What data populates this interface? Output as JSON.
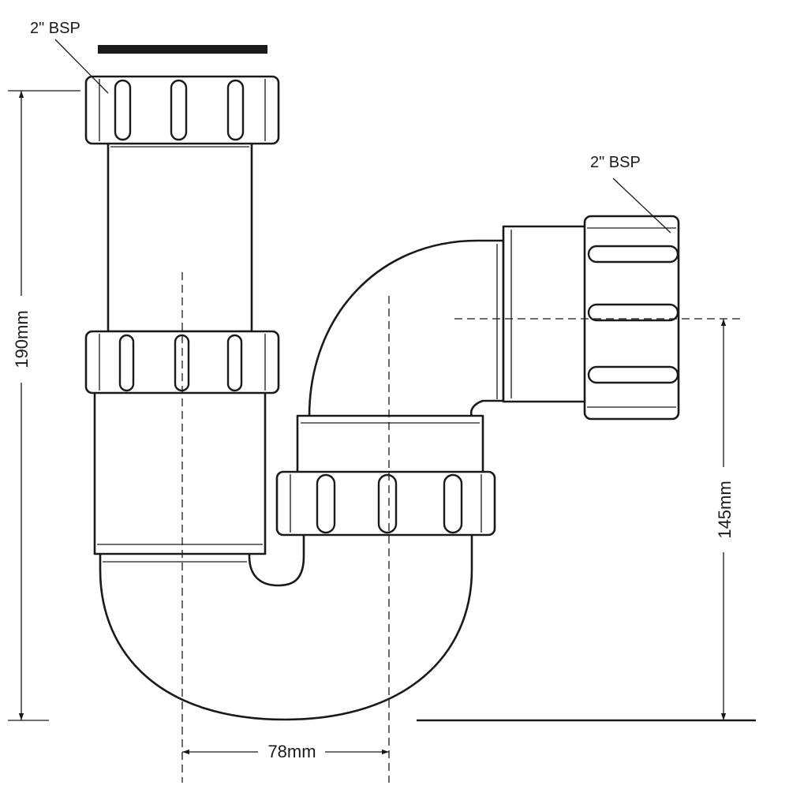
{
  "labels": {
    "top_thread": "2\" BSP",
    "outlet_thread": "2\" BSP"
  },
  "dimensions": {
    "overall_height": "190mm",
    "outlet_height": "145mm",
    "centre_offset": "78mm"
  },
  "colors": {
    "stroke": "#1a1a1a",
    "fill": "#ffffff"
  }
}
